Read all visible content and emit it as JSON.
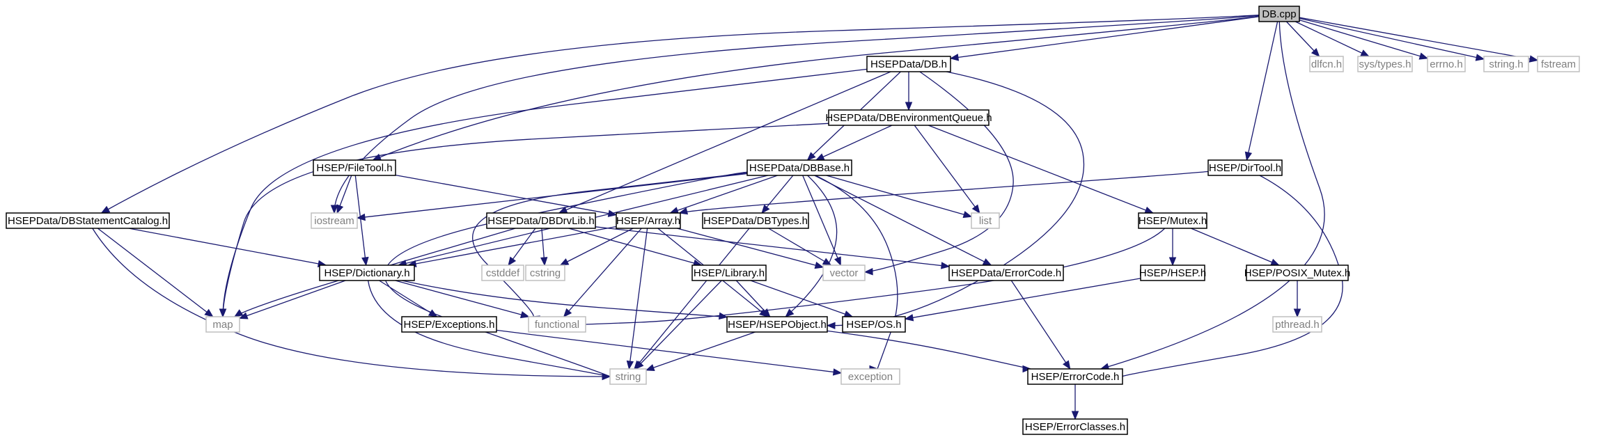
{
  "colors": {
    "edge": "#191970",
    "border_main": "#000000",
    "border_sys": "#bfbfbf",
    "fill_root": "#bfbfbf",
    "fill_node": "#ffffff",
    "text_main": "#000000",
    "text_sys": "#7f7f7f"
  },
  "nodes": [
    {
      "id": "db_cpp",
      "label": "DB.cpp",
      "kind": "root"
    },
    {
      "id": "dlfcn",
      "label": "dlfcn.h",
      "kind": "sys"
    },
    {
      "id": "systypes",
      "label": "sys/types.h",
      "kind": "sys"
    },
    {
      "id": "errno",
      "label": "errno.h",
      "kind": "sys"
    },
    {
      "id": "stringh",
      "label": "string.h",
      "kind": "sys"
    },
    {
      "id": "fstream",
      "label": "fstream",
      "kind": "sys"
    },
    {
      "id": "db_h",
      "label": "HSEPData/DB.h",
      "kind": "main"
    },
    {
      "id": "dbenvq",
      "label": "HSEPData/DBEnvironmentQueue.h",
      "kind": "main"
    },
    {
      "id": "filetool",
      "label": "HSEP/FileTool.h",
      "kind": "main"
    },
    {
      "id": "dbbase",
      "label": "HSEPData/DBBase.h",
      "kind": "main"
    },
    {
      "id": "dirtool",
      "label": "HSEP/DirTool.h",
      "kind": "main"
    },
    {
      "id": "dbstmt",
      "label": "HSEPData/DBStatementCatalog.h",
      "kind": "main"
    },
    {
      "id": "iostream",
      "label": "iostream",
      "kind": "sys"
    },
    {
      "id": "dbdrvlib",
      "label": "HSEPData/DBDrvLib.h",
      "kind": "main"
    },
    {
      "id": "array",
      "label": "HSEP/Array.h",
      "kind": "main"
    },
    {
      "id": "dbtypes",
      "label": "HSEPData/DBTypes.h",
      "kind": "main"
    },
    {
      "id": "list",
      "label": "list",
      "kind": "sys"
    },
    {
      "id": "mutex",
      "label": "HSEP/Mutex.h",
      "kind": "main"
    },
    {
      "id": "cstddef",
      "label": "cstddef",
      "kind": "sys"
    },
    {
      "id": "cstring",
      "label": "cstring",
      "kind": "sys"
    },
    {
      "id": "vector",
      "label": "vector",
      "kind": "sys"
    },
    {
      "id": "dict",
      "label": "HSEP/Dictionary.h",
      "kind": "main"
    },
    {
      "id": "library",
      "label": "HSEP/Library.h",
      "kind": "main"
    },
    {
      "id": "dberr",
      "label": "HSEPData/ErrorCode.h",
      "kind": "main"
    },
    {
      "id": "hseph",
      "label": "HSEP/HSEP.h",
      "kind": "main"
    },
    {
      "id": "posix",
      "label": "HSEP/POSIX_Mutex.h",
      "kind": "main"
    },
    {
      "id": "map",
      "label": "map",
      "kind": "sys"
    },
    {
      "id": "functional",
      "label": "functional",
      "kind": "sys"
    },
    {
      "id": "exceptions",
      "label": "HSEP/Exceptions.h",
      "kind": "main"
    },
    {
      "id": "hsepobj",
      "label": "HSEP/HSEPObject.h",
      "kind": "main"
    },
    {
      "id": "os",
      "label": "HSEP/OS.h",
      "kind": "main"
    },
    {
      "id": "pthread",
      "label": "pthread.h",
      "kind": "sys"
    },
    {
      "id": "string",
      "label": "string",
      "kind": "sys"
    },
    {
      "id": "exception",
      "label": "exception",
      "kind": "sys"
    },
    {
      "id": "errcode",
      "label": "HSEP/ErrorCode.h",
      "kind": "main"
    },
    {
      "id": "errclasses",
      "label": "HSEP/ErrorClasses.h",
      "kind": "main"
    }
  ],
  "edges": [
    [
      "db_cpp",
      "dlfcn"
    ],
    [
      "db_cpp",
      "systypes"
    ],
    [
      "db_cpp",
      "errno"
    ],
    [
      "db_cpp",
      "stringh"
    ],
    [
      "db_cpp",
      "fstream"
    ],
    [
      "db_cpp",
      "db_h"
    ],
    [
      "db_cpp",
      "dirtool"
    ],
    [
      "db_cpp",
      "errcode"
    ],
    [
      "db_cpp",
      "filetool"
    ],
    [
      "db_cpp",
      "dbstmt"
    ],
    [
      "db_cpp",
      "iostream"
    ],
    [
      "db_h",
      "dbenvq"
    ],
    [
      "db_h",
      "dbbase"
    ],
    [
      "db_h",
      "dbdrvlib"
    ],
    [
      "db_h",
      "map"
    ],
    [
      "db_h",
      "vector"
    ],
    [
      "db_h",
      "hsepobj"
    ],
    [
      "dbenvq",
      "dbbase"
    ],
    [
      "dbenvq",
      "list"
    ],
    [
      "dbenvq",
      "mutex"
    ],
    [
      "dbenvq",
      "map"
    ],
    [
      "filetool",
      "iostream"
    ],
    [
      "filetool",
      "array"
    ],
    [
      "filetool",
      "dict"
    ],
    [
      "dbbase",
      "iostream"
    ],
    [
      "dbbase",
      "array"
    ],
    [
      "dbbase",
      "dbtypes"
    ],
    [
      "dbbase",
      "list"
    ],
    [
      "dbbase",
      "vector"
    ],
    [
      "dbbase",
      "dberr"
    ],
    [
      "dbbase",
      "dict"
    ],
    [
      "dbbase",
      "functional"
    ],
    [
      "dbbase",
      "string"
    ],
    [
      "dbbase",
      "hsepobj"
    ],
    [
      "dbbase",
      "exception"
    ],
    [
      "dirtool",
      "array"
    ],
    [
      "dirtool",
      "errcode"
    ],
    [
      "dbstmt",
      "dict"
    ],
    [
      "dbstmt",
      "map"
    ],
    [
      "dbstmt",
      "string"
    ],
    [
      "dbdrvlib",
      "cstddef"
    ],
    [
      "dbdrvlib",
      "cstring"
    ],
    [
      "dbdrvlib",
      "library"
    ],
    [
      "dbdrvlib",
      "dberr"
    ],
    [
      "dbdrvlib",
      "map"
    ],
    [
      "array",
      "dict"
    ],
    [
      "array",
      "cstring"
    ],
    [
      "array",
      "vector"
    ],
    [
      "array",
      "functional"
    ],
    [
      "array",
      "string"
    ],
    [
      "array",
      "hsepobj"
    ],
    [
      "dbtypes",
      "vector"
    ],
    [
      "dbtypes",
      "string"
    ],
    [
      "mutex",
      "hseph"
    ],
    [
      "mutex",
      "posix"
    ],
    [
      "mutex",
      "functional"
    ],
    [
      "dict",
      "map"
    ],
    [
      "dict",
      "functional"
    ],
    [
      "dict",
      "exceptions"
    ],
    [
      "dict",
      "hsepobj"
    ],
    [
      "dict",
      "string"
    ],
    [
      "library",
      "hsepobj"
    ],
    [
      "library",
      "os"
    ],
    [
      "library",
      "string"
    ],
    [
      "dberr",
      "errcode"
    ],
    [
      "hseph",
      "os"
    ],
    [
      "posix",
      "pthread"
    ],
    [
      "exceptions",
      "exception"
    ],
    [
      "hsepobj",
      "string"
    ],
    [
      "hsepobj",
      "errcode"
    ],
    [
      "errcode",
      "errclasses"
    ]
  ]
}
